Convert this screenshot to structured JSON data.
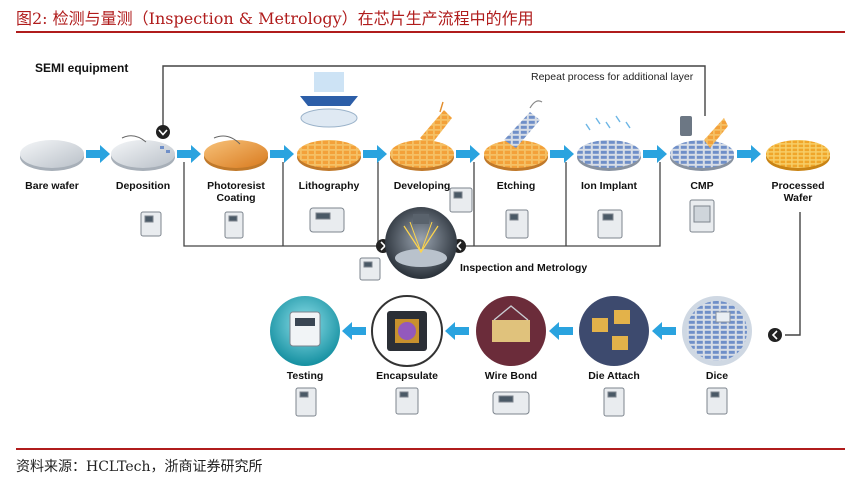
{
  "figure_title": "图2:  检测与量测（Inspection & Metrology）在芯片生产流程中的作用",
  "source_note": "资料来源：HCLTech，浙商证券研究所",
  "diagram": {
    "heading": "SEMI equipment",
    "repeat_note": "Repeat process for additional layer",
    "inspection_label": "Inspection and Metrology",
    "front_end_steps": [
      {
        "label": "Bare wafer"
      },
      {
        "label": "Deposition"
      },
      {
        "label": "Photoresist\nCoating"
      },
      {
        "label": "Lithography"
      },
      {
        "label": "Developing"
      },
      {
        "label": "Etching"
      },
      {
        "label": "Ion Implant"
      },
      {
        "label": "CMP"
      },
      {
        "label": "Processed\nWafer"
      }
    ],
    "back_end_steps": [
      {
        "label": "Dice"
      },
      {
        "label": "Die Attach"
      },
      {
        "label": "Wire Bond"
      },
      {
        "label": "Encapsulate"
      },
      {
        "label": "Testing"
      }
    ],
    "colors": {
      "title_red": "#b01c1c",
      "arrow_blue": "#2aa3df",
      "wafer_gold": "#f2a43a",
      "wafer_grey": "#d8dde3",
      "grid_blue": "#6f8fc8",
      "teal": "#1aa6b7"
    }
  }
}
